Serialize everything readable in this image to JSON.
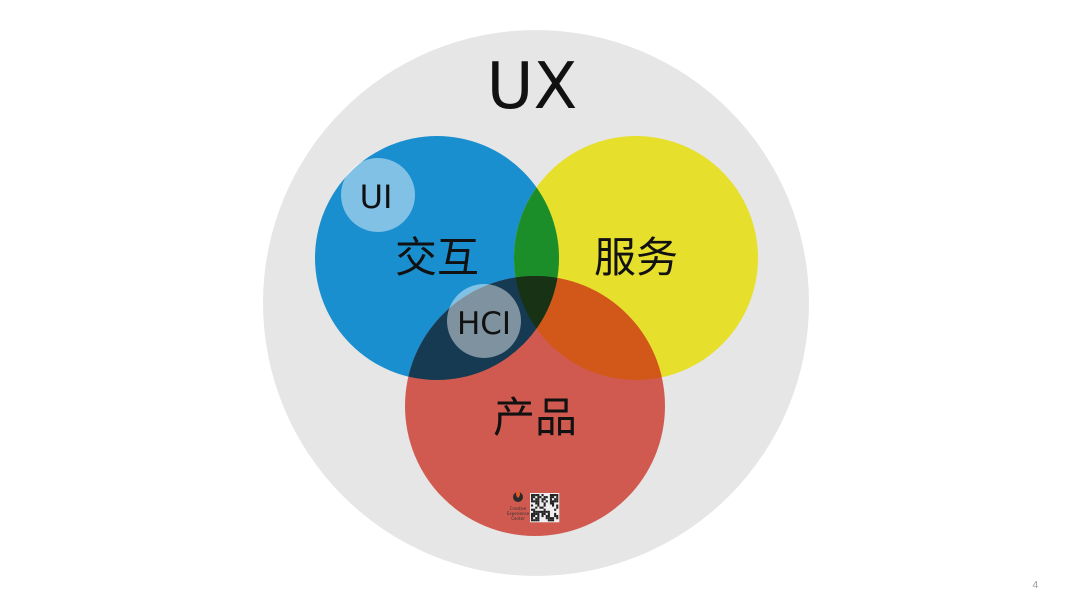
{
  "diagram": {
    "outer_label": "UX",
    "circles": [
      {
        "id": "interaction",
        "label": "交互",
        "color": "#1a8fcf"
      },
      {
        "id": "service",
        "label": "服务",
        "color": "#e6df2b"
      },
      {
        "id": "product",
        "label": "产品",
        "color": "#d15a50"
      }
    ],
    "inner_badges": [
      {
        "id": "ui",
        "label": "UI"
      },
      {
        "id": "hci",
        "label": "HCI"
      }
    ],
    "overlap_colors": {
      "interaction_service": "#1b8e2a",
      "service_product": "#d2581a",
      "interaction_product": "#153a52",
      "center": "#173214"
    },
    "outer_circle_color": "#e6e6e6",
    "logo_text": [
      "Creative",
      "Experience",
      "Center"
    ]
  },
  "page": {
    "number": "4"
  }
}
